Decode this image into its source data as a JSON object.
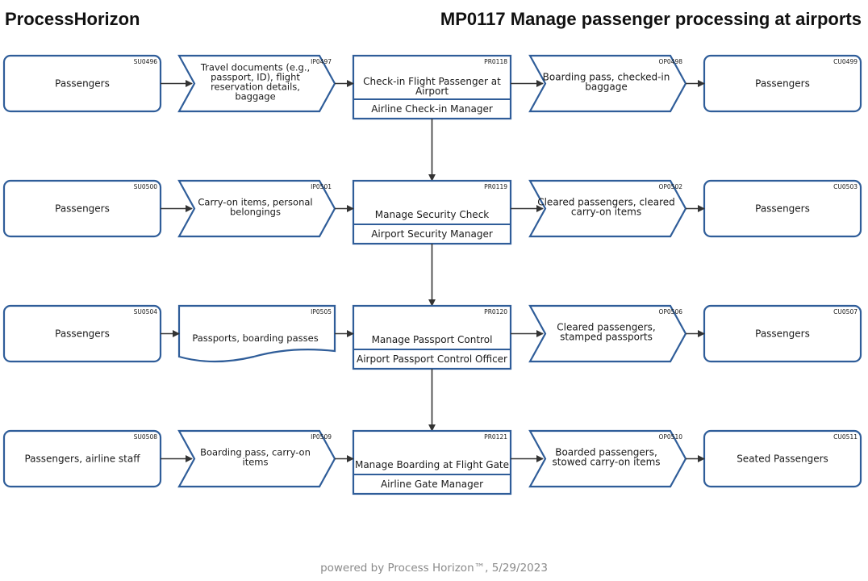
{
  "header": {
    "brand": "ProcessHorizon",
    "title": "MP0117 Manage passenger processing at airports"
  },
  "footer": "powered by Process Horizon™, 5/29/2023",
  "rows": [
    {
      "supplier": {
        "code": "SU0496",
        "label": "Passengers"
      },
      "input": {
        "code": "IP0497",
        "label": [
          "Travel documents (e.g.,",
          "passport, ID), flight",
          "reservation details,",
          "baggage"
        ],
        "shape": "chevron"
      },
      "process": {
        "code": "PR0118",
        "label": [
          "Check-in Flight Passenger at",
          "Airport"
        ],
        "role": "Airline Check-in Manager"
      },
      "output": {
        "code": "OP0498",
        "label": [
          "Boarding pass, checked-in",
          "baggage"
        ]
      },
      "customer": {
        "code": "CU0499",
        "label": "Passengers"
      }
    },
    {
      "supplier": {
        "code": "SU0500",
        "label": "Passengers"
      },
      "input": {
        "code": "IP0501",
        "label": [
          "Carry-on items, personal",
          "belongings"
        ],
        "shape": "chevron"
      },
      "process": {
        "code": "PR0119",
        "label": [
          "Manage Security Check"
        ],
        "role": "Airport Security Manager"
      },
      "output": {
        "code": "OP0502",
        "label": [
          "Cleared passengers, cleared",
          "carry-on items"
        ]
      },
      "customer": {
        "code": "CU0503",
        "label": "Passengers"
      }
    },
    {
      "supplier": {
        "code": "SU0504",
        "label": "Passengers"
      },
      "input": {
        "code": "IP0505",
        "label": [
          "Passports, boarding passes"
        ],
        "shape": "document"
      },
      "process": {
        "code": "PR0120",
        "label": [
          "Manage Passport Control"
        ],
        "role": "Airport Passport Control Officer"
      },
      "output": {
        "code": "OP0506",
        "label": [
          "Cleared passengers,",
          "stamped passports"
        ]
      },
      "customer": {
        "code": "CU0507",
        "label": "Passengers"
      }
    },
    {
      "supplier": {
        "code": "SU0508",
        "label": "Passengers, airline staff"
      },
      "input": {
        "code": "IP0509",
        "label": [
          "Boarding pass, carry-on",
          "items"
        ],
        "shape": "chevron"
      },
      "process": {
        "code": "PR0121",
        "label": [
          "Manage Boarding at Flight Gate"
        ],
        "role": "Airline Gate Manager"
      },
      "output": {
        "code": "OP0510",
        "label": [
          "Boarded passengers,",
          "stowed carry-on items"
        ]
      },
      "customer": {
        "code": "CU0511",
        "label": "Seated Passengers"
      }
    }
  ],
  "colors": {
    "stroke": "#2f5d99",
    "connector": "#333333",
    "text": "#1a1a1a"
  }
}
